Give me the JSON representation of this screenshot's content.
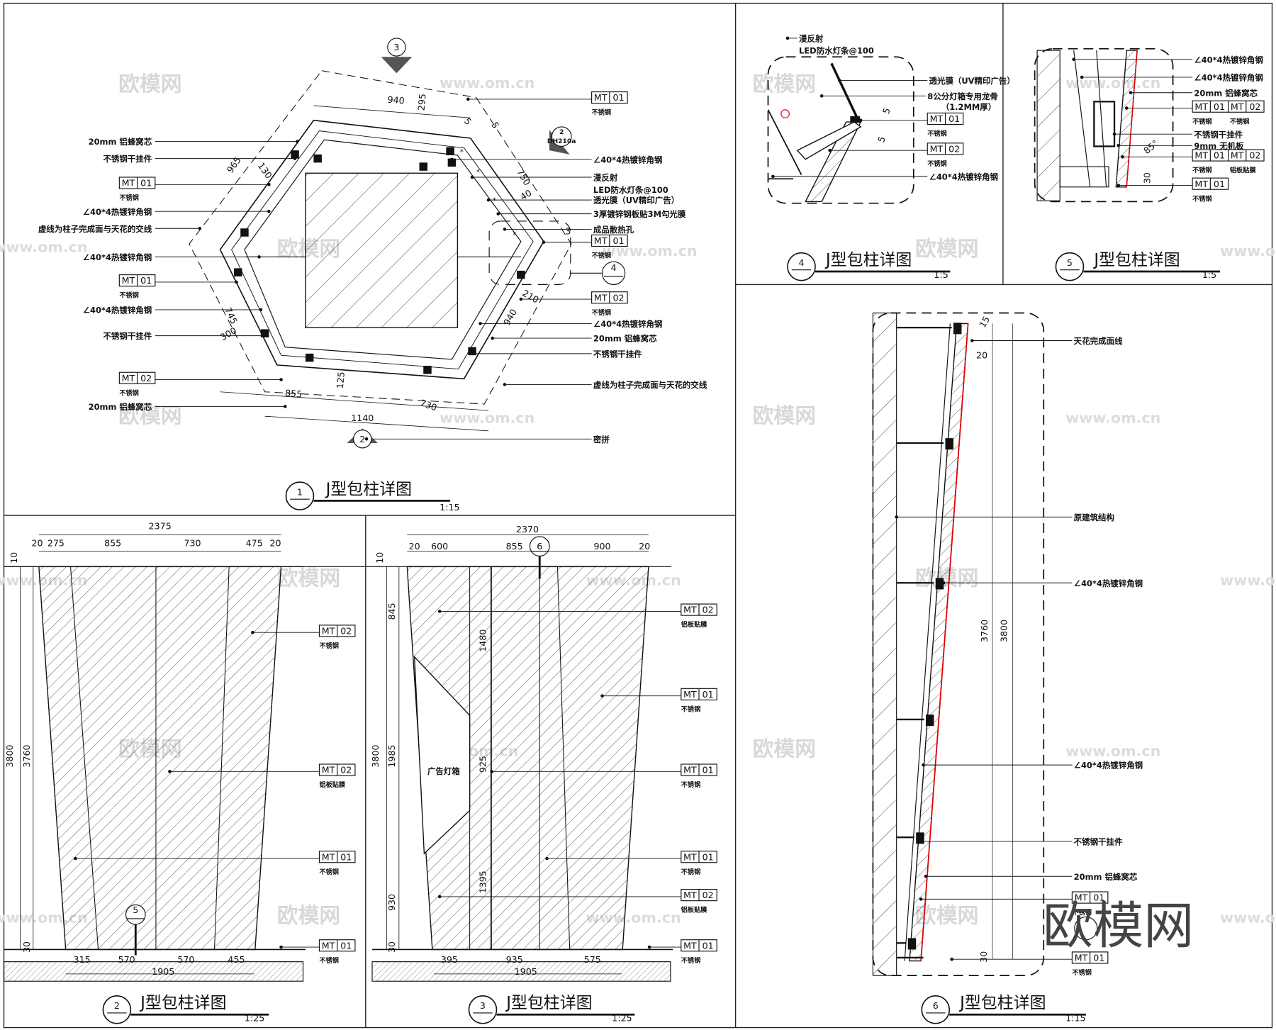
{
  "drawings": [
    {
      "number": "1",
      "title": "J型包柱详图",
      "scale": "1:15"
    },
    {
      "number": "2",
      "title": "J型包柱详图",
      "scale": "1:25"
    },
    {
      "number": "3",
      "title": "J型包柱详图",
      "scale": "1:25"
    },
    {
      "number": "4",
      "title": "J型包柱详图",
      "scale": "1:5"
    },
    {
      "number": "5",
      "title": "J型包柱详图",
      "scale": "1:5"
    },
    {
      "number": "6",
      "title": "J型包柱详图",
      "scale": "1:15"
    }
  ],
  "panel1": {
    "markers": {
      "section_top": "3",
      "section_bottom": "2",
      "detail_ref": "2",
      "detail_sheet": "DH210a",
      "detail_4": "4"
    },
    "left_labels": [
      {
        "type": "text",
        "text": "20mm 铝蜂窝芯"
      },
      {
        "type": "text",
        "text": "不锈钢干挂件"
      },
      {
        "type": "mt",
        "code": "MT",
        "num": "01",
        "note": "不锈钢"
      },
      {
        "type": "text",
        "text": "∠40*4热镀锌角钢"
      },
      {
        "type": "text",
        "text": "虚线为柱子完成面与天花的交线"
      },
      {
        "type": "text",
        "text": "∠40*4热镀锌角钢"
      },
      {
        "type": "mt",
        "code": "MT",
        "num": "01",
        "note": "不锈钢"
      },
      {
        "type": "text",
        "text": "∠40*4热镀锌角钢"
      },
      {
        "type": "text",
        "text": "不锈钢干挂件"
      },
      {
        "type": "mt",
        "code": "MT",
        "num": "02",
        "note": "不锈钢"
      },
      {
        "type": "text",
        "text": "20mm 铝蜂窝芯"
      }
    ],
    "right_labels": [
      {
        "type": "mt",
        "code": "MT",
        "num": "01",
        "note": "不锈钢"
      },
      {
        "type": "text",
        "text": "∠40*4热镀锌角钢"
      },
      {
        "type": "text",
        "text": "漫反射"
      },
      {
        "type": "text",
        "text": "LED防水灯条@100"
      },
      {
        "type": "text",
        "text": "透光膜（UV精印广告）"
      },
      {
        "type": "text",
        "text": "3厚镀锌钢板贴3M勾光膜"
      },
      {
        "type": "text",
        "text": "成品散热孔"
      },
      {
        "type": "mt",
        "code": "MT",
        "num": "01",
        "note": "不锈钢"
      },
      {
        "type": "mt",
        "code": "MT",
        "num": "02",
        "note": "不锈钢"
      },
      {
        "type": "text",
        "text": "∠40*4热镀锌角钢"
      },
      {
        "type": "text",
        "text": "20mm 铝蜂窝芯"
      },
      {
        "type": "text",
        "text": "不锈钢干挂件"
      },
      {
        "type": "text",
        "text": "虚线为柱子完成面与天花的交线"
      },
      {
        "type": "text",
        "text": "密拼"
      }
    ],
    "dims": [
      "940",
      "295",
      "965",
      "130",
      "745",
      "300",
      "855",
      "125",
      "730",
      "1140",
      "5",
      "5",
      "750",
      "40",
      "3",
      "210",
      "940"
    ]
  },
  "panel2": {
    "labels": [
      {
        "type": "mt",
        "code": "MT",
        "num": "02",
        "note": "不锈钢"
      },
      {
        "type": "mt",
        "code": "MT",
        "num": "02",
        "note": "铝板贴膜"
      },
      {
        "type": "mt",
        "code": "MT",
        "num": "01",
        "note": "不锈钢"
      },
      {
        "type": "mt",
        "code": "MT",
        "num": "01",
        "note": "不锈钢"
      }
    ],
    "marker": "5",
    "dims": [
      "2375",
      "20",
      "275",
      "855",
      "730",
      "475",
      "20",
      "3800",
      "3760",
      "10",
      "30",
      "315",
      "570",
      "570",
      "455",
      "1905"
    ]
  },
  "panel3": {
    "lightbox_label": "广告灯箱",
    "marker": "6",
    "labels": [
      {
        "type": "mt",
        "code": "MT",
        "num": "02",
        "note": "铝板贴膜"
      },
      {
        "type": "mt",
        "code": "MT",
        "num": "01",
        "note": "不锈钢"
      },
      {
        "type": "mt",
        "code": "MT",
        "num": "01",
        "note": "不锈钢"
      },
      {
        "type": "mt",
        "code": "MT",
        "num": "01",
        "note": "不锈钢"
      },
      {
        "type": "mt",
        "code": "MT",
        "num": "02",
        "note": "铝板贴膜"
      },
      {
        "type": "mt",
        "code": "MT",
        "num": "01",
        "note": "不锈钢"
      }
    ],
    "dims": [
      "2370",
      "20",
      "600",
      "855",
      "900",
      "20",
      "3800",
      "845",
      "1985",
      "930",
      "10",
      "30",
      "1480",
      "925",
      "1395",
      "395",
      "935",
      "575",
      "1905"
    ]
  },
  "panel4": {
    "labels": [
      {
        "type": "text",
        "text": "漫反射"
      },
      {
        "type": "text",
        "text": "LED防水灯条@100"
      },
      {
        "type": "text",
        "text": "透光膜（UV精印广告）"
      },
      {
        "type": "text",
        "text": "8公分灯箱专用龙骨"
      },
      {
        "type": "text",
        "text": "（1.2MM厚）"
      },
      {
        "type": "mt",
        "code": "MT",
        "num": "01",
        "note": "不锈钢"
      },
      {
        "type": "mt",
        "code": "MT",
        "num": "02",
        "note": "不锈钢"
      },
      {
        "type": "text",
        "text": "∠40*4热镀锌角钢"
      }
    ],
    "dims": [
      "5",
      "5"
    ]
  },
  "panel5": {
    "labels": [
      {
        "type": "text",
        "text": "∠40*4热镀锌角钢"
      },
      {
        "type": "text",
        "text": "∠40*4热镀锌角钢"
      },
      {
        "type": "text",
        "text": "20mm 铝蜂窝芯"
      },
      {
        "type": "mt2",
        "code": "MT",
        "num_a": "01",
        "num_b": "02",
        "note_a": "不锈钢",
        "note_b": "不锈钢"
      },
      {
        "type": "text",
        "text": "不锈钢干挂件"
      },
      {
        "type": "text",
        "text": "9mm 无机板"
      },
      {
        "type": "mt2",
        "code": "MT",
        "num_a": "01",
        "num_b": "02",
        "note_a": "不锈钢",
        "note_b": "铝板贴膜"
      },
      {
        "type": "mt",
        "code": "MT",
        "num": "01",
        "note": "不锈钢"
      }
    ],
    "dims": [
      "85°",
      "30"
    ]
  },
  "panel6": {
    "labels": [
      {
        "type": "text",
        "text": "天花完成面线"
      },
      {
        "type": "text",
        "text": "原建筑结构"
      },
      {
        "type": "text",
        "text": "∠40*4热镀锌角钢"
      },
      {
        "type": "text",
        "text": "∠40*4热镀锌角钢"
      },
      {
        "type": "text",
        "text": "不锈钢干挂件"
      },
      {
        "type": "text",
        "text": "20mm 铝蜂窝芯"
      },
      {
        "type": "mt",
        "code": "MT",
        "num": "01",
        "note": "不锈钢"
      },
      {
        "type": "mt",
        "code": "MT",
        "num": "01",
        "note": "不锈钢"
      }
    ],
    "dims": [
      "3760",
      "3800",
      "20",
      "15",
      "30"
    ]
  },
  "watermark": {
    "brand": "欧模网",
    "url": "www.om.cn"
  },
  "colors": {
    "line": "#111111",
    "accent_red": "#e00000",
    "watermark": "#d8d8d8"
  }
}
